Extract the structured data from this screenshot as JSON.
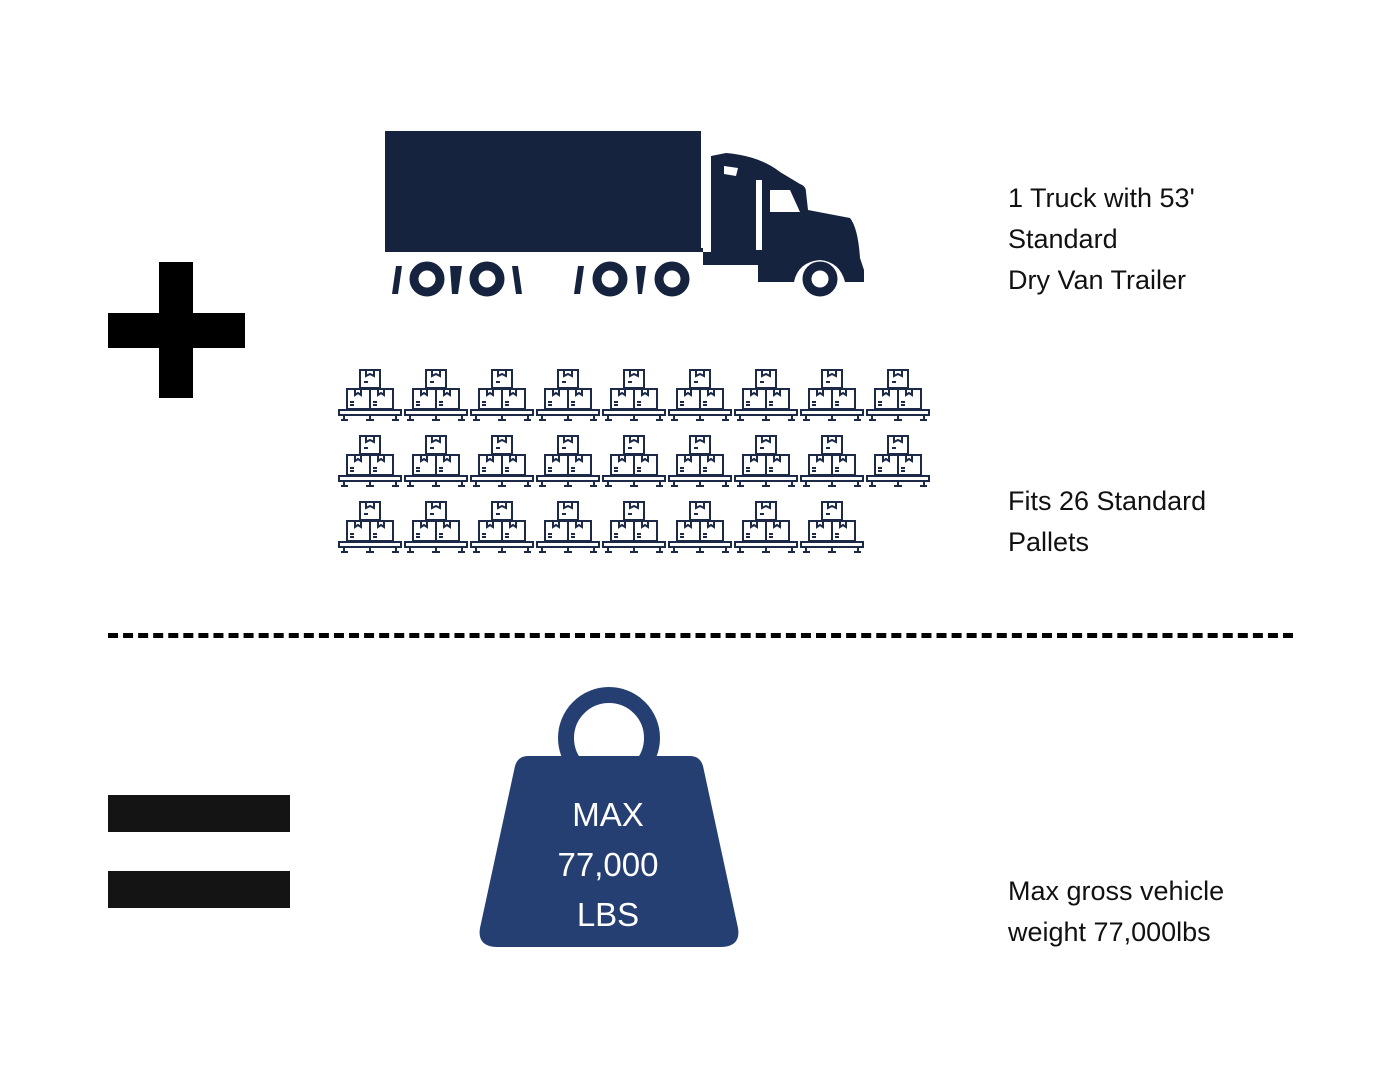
{
  "symbols": {
    "plus": "plus-icon",
    "equals": "equals-icon"
  },
  "truck": {
    "icon": "semi-truck-icon",
    "label": "1 Truck with 53'\nStandard\nDry Van Trailer"
  },
  "pallets": {
    "icon": "pallet-boxes-icon",
    "count": 26,
    "rows": [
      9,
      9,
      8
    ],
    "label": "Fits 26 Standard\nPallets"
  },
  "weight": {
    "icon": "kettlebell-weight-icon",
    "text": "MAX\n77,000\nLBS",
    "label": "Max gross vehicle\nweight 77,000lbs"
  },
  "colors": {
    "navy": "#15233f",
    "weight_blue": "#253f72",
    "pallet_outline": "#1c2a48",
    "symbol_black": "#000000"
  }
}
